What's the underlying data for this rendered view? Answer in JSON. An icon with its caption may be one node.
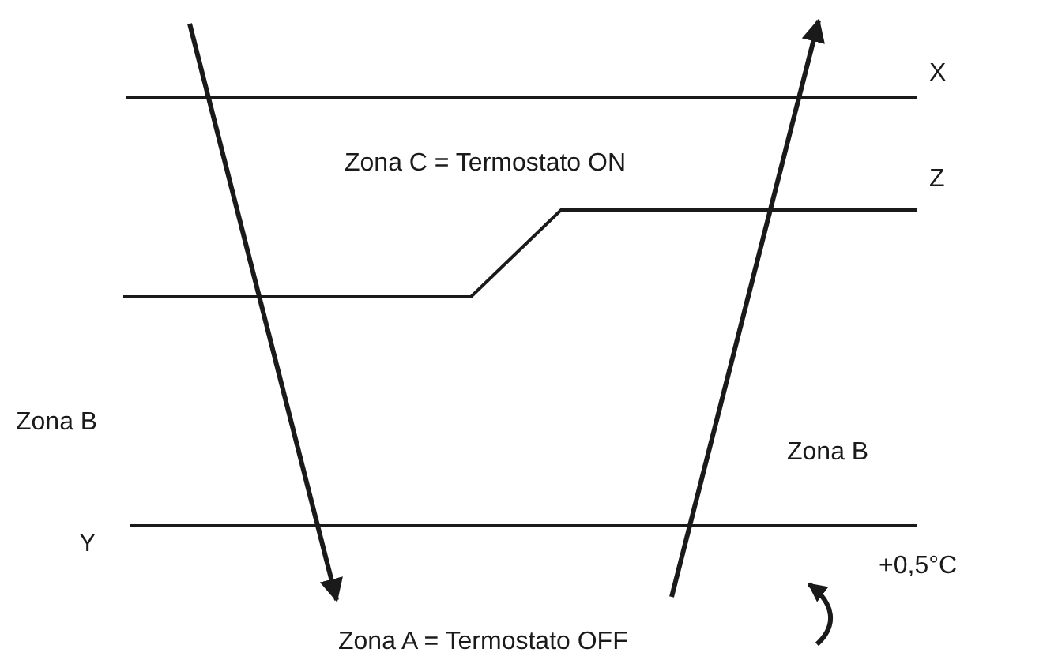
{
  "diagram": {
    "labels": [
      "X",
      "Zona C = Termostato ON",
      "Z",
      "Zona B",
      "Zona B",
      "Y",
      "+0,5°C",
      "Zona A = Termostato OFF"
    ]
  }
}
